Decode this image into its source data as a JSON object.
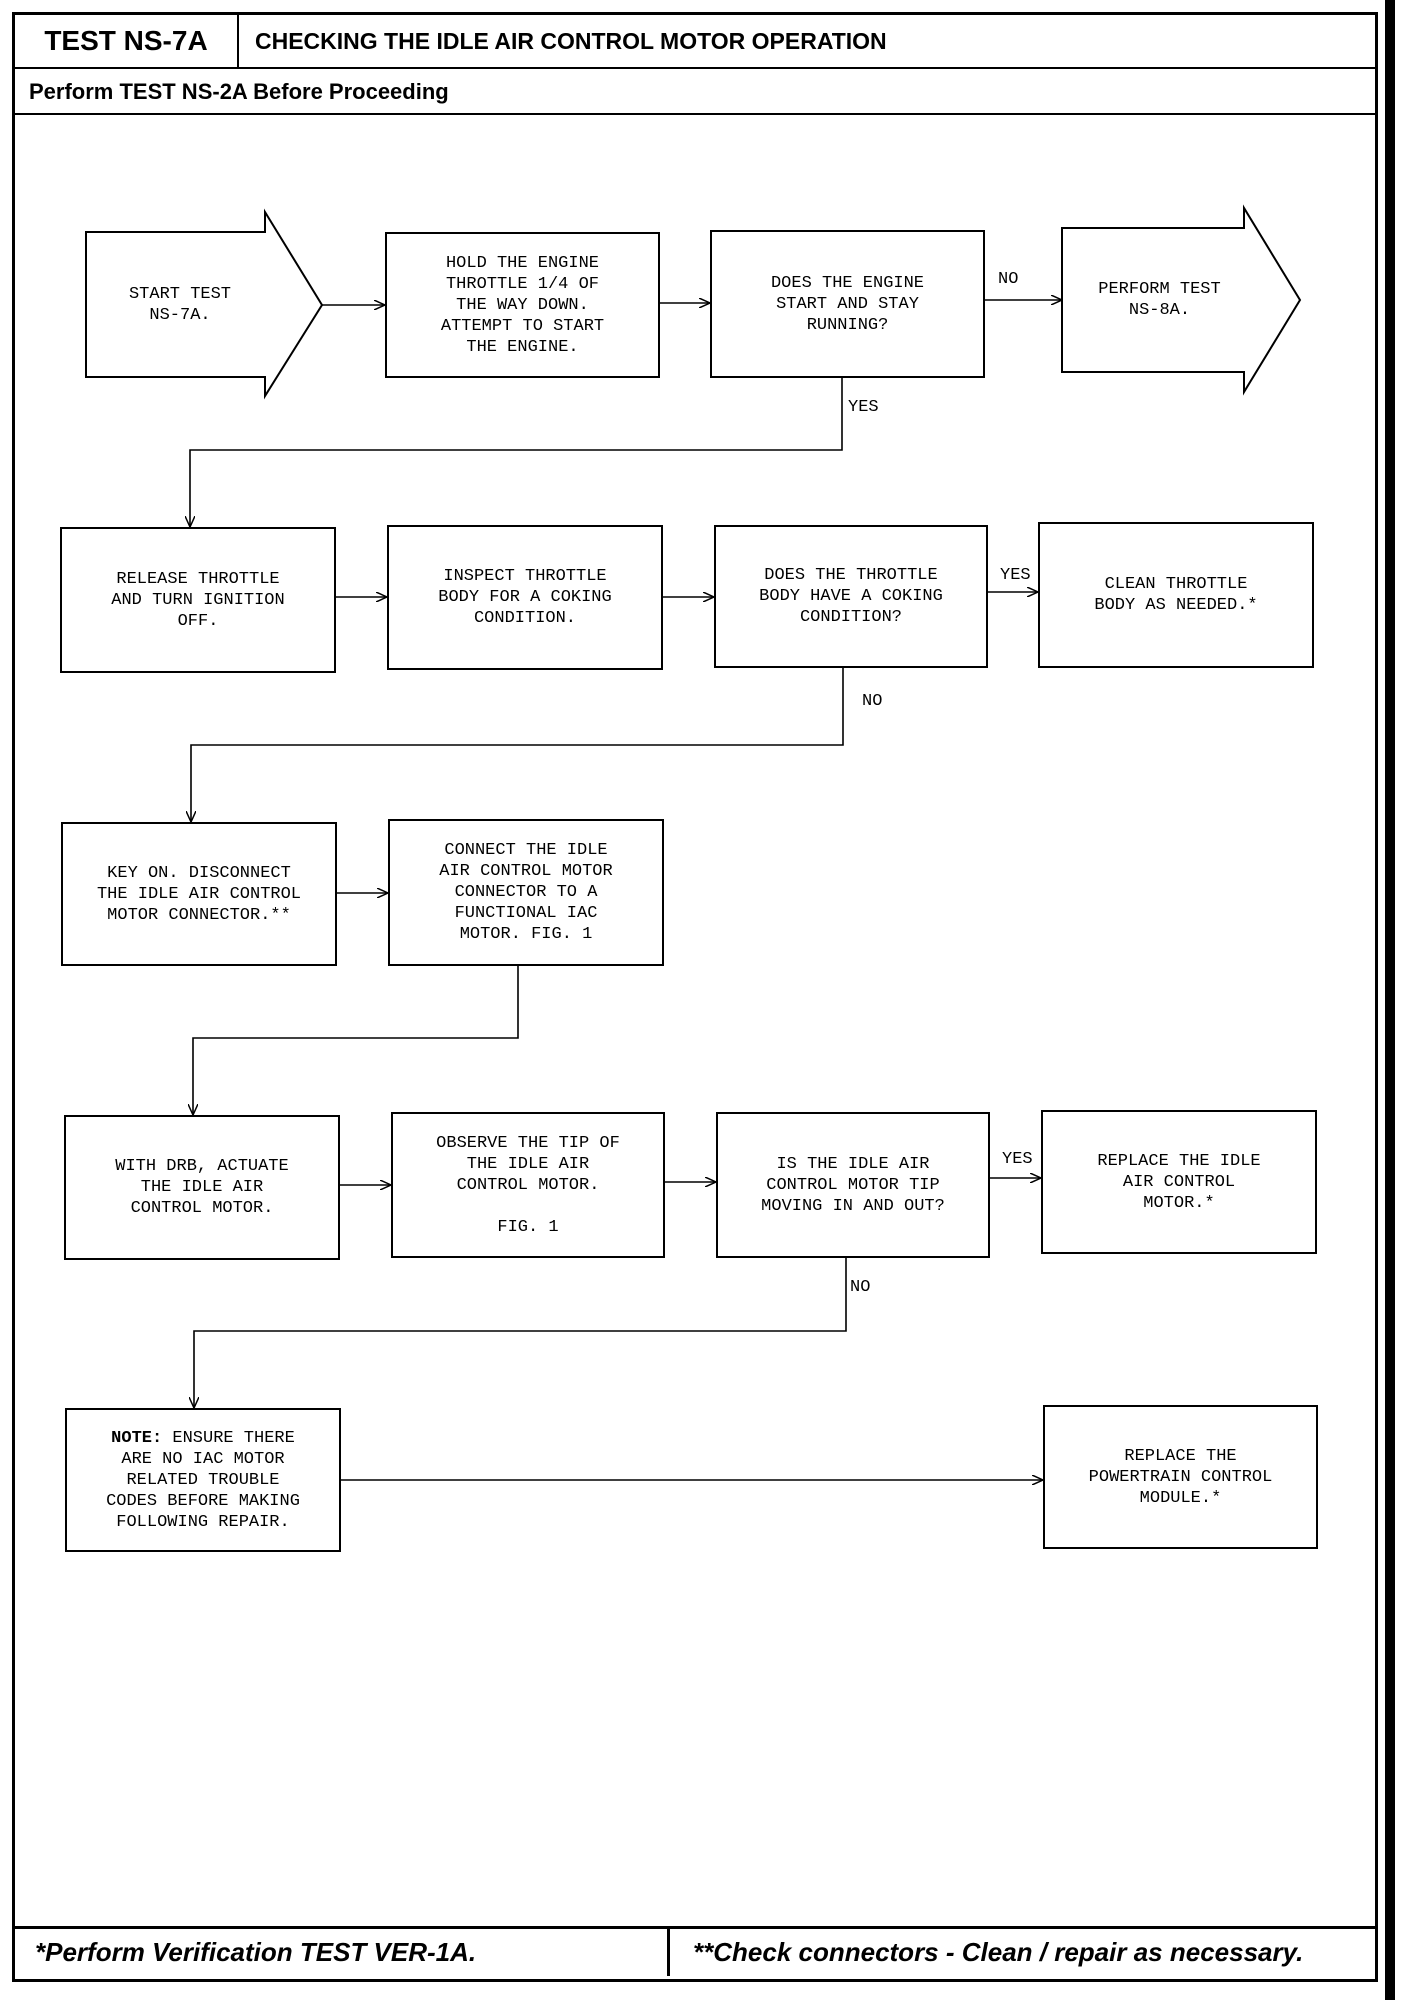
{
  "header": {
    "test_id": "TEST NS-7A",
    "title": "CHECKING THE IDLE AIR CONTROL MOTOR OPERATION",
    "prerequisite": "Perform TEST NS-2A Before Proceeding"
  },
  "flow": {
    "start": "START TEST\nNS-7A.",
    "hold_throttle": "HOLD THE ENGINE\nTHROTTLE 1/4 OF\nTHE WAY DOWN.\nATTEMPT TO START\nTHE ENGINE.",
    "engine_start_question": "DOES THE ENGINE\nSTART AND STAY\nRUNNING?",
    "perform_ns8a": "PERFORM TEST\nNS-8A.",
    "release_throttle": "RELEASE THROTTLE\nAND TURN IGNITION\nOFF.",
    "inspect_throttle": "INSPECT THROTTLE\nBODY FOR A COKING\nCONDITION.",
    "coking_question": "DOES THE THROTTLE\nBODY HAVE A COKING\nCONDITION?",
    "clean_throttle": "CLEAN THROTTLE\nBODY AS NEEDED.*",
    "key_on": "KEY ON. DISCONNECT\nTHE IDLE AIR CONTROL\nMOTOR CONNECTOR.**",
    "connect_iac": "CONNECT THE IDLE\nAIR CONTROL MOTOR\nCONNECTOR TO A\nFUNCTIONAL IAC\nMOTOR. FIG. 1",
    "actuate_iac": "WITH DRB, ACTUATE\nTHE IDLE AIR\nCONTROL MOTOR.",
    "observe_tip": "OBSERVE THE TIP OF\nTHE IDLE AIR\nCONTROL MOTOR.\n\nFIG. 1",
    "tip_question": "IS THE IDLE AIR\nCONTROL MOTOR TIP\nMOVING IN AND OUT?",
    "replace_iac": "REPLACE THE IDLE\nAIR CONTROL\nMOTOR.*",
    "note_label": "NOTE:",
    "note_text": " ENSURE THERE\nARE NO IAC MOTOR\nRELATED TROUBLE\nCODES BEFORE MAKING\nFOLLOWING REPAIR.",
    "replace_pcm": "REPLACE THE\nPOWERTRAIN CONTROL\nMODULE.*"
  },
  "labels": {
    "no_1": "NO",
    "yes_1": "YES",
    "yes_2": "YES",
    "no_2": "NO",
    "yes_3": "YES",
    "no_3": "NO"
  },
  "footer": {
    "left": "*Perform Verification TEST VER-1A.",
    "right": "**Check connectors - Clean / repair as necessary."
  }
}
